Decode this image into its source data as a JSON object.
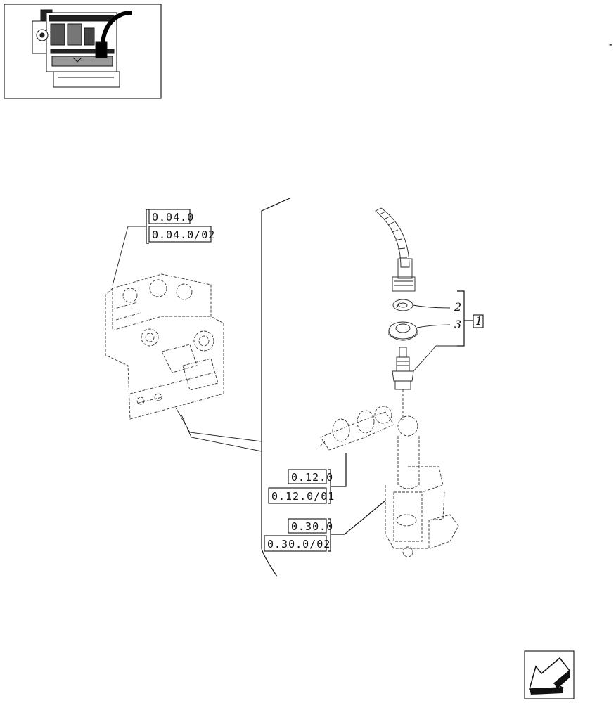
{
  "corner_mark": "-",
  "refs": {
    "block_a": "0.04.0",
    "block_b": "0.04.0/02",
    "cam_a": "0.12.0",
    "cam_b": "0.12.0/01",
    "pump_a": "0.30.0",
    "pump_b": "0.30.0/02"
  },
  "items": {
    "item2": "2",
    "item3": "3",
    "kit": "1"
  },
  "icons": {
    "thumbnail": "engine-thumbnail-icon",
    "nav": "back-arrow-icon"
  }
}
